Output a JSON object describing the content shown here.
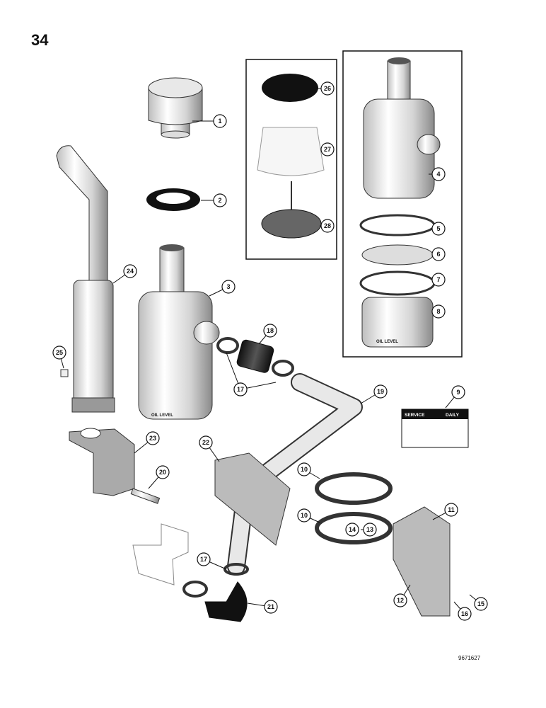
{
  "page_number": "34",
  "drawing_id": "9671627",
  "decal": {
    "left": "SERVICE",
    "right": "DAILY"
  },
  "oil_level_label": "OIL LEVEL",
  "callouts": [
    "1",
    "2",
    "3",
    "4",
    "5",
    "6",
    "7",
    "8",
    "9",
    "10",
    "10",
    "11",
    "12",
    "13",
    "14",
    "15",
    "16",
    "17",
    "17",
    "17",
    "18",
    "19",
    "20",
    "21",
    "22",
    "23",
    "24",
    "25",
    "26",
    "27",
    "28"
  ]
}
